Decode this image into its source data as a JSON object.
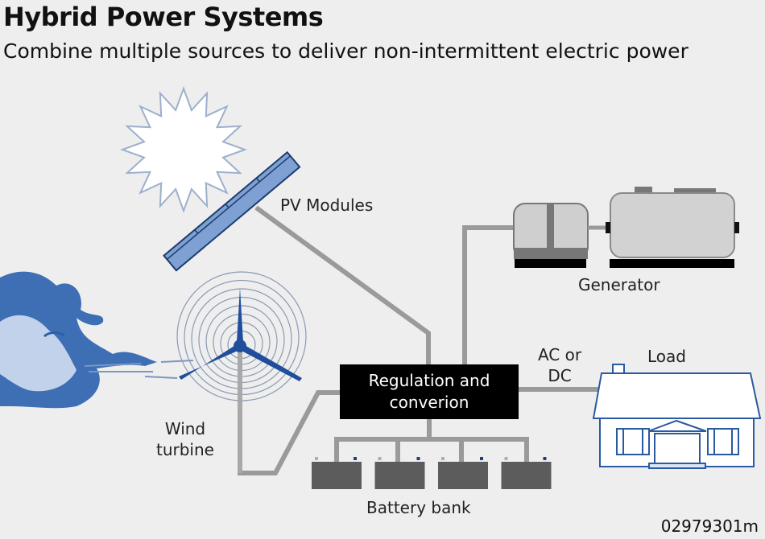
{
  "header": {
    "title": "Hybrid Power Systems",
    "subtitle": "Combine multiple sources to deliver non-intermittent electric power"
  },
  "components": {
    "pv": {
      "label": "PV Modules",
      "icon": "solar-panel-icon"
    },
    "sun": {
      "icon": "sun-icon"
    },
    "wind": {
      "label_line1": "Wind",
      "label_line2": "turbine",
      "icon": "wind-turbine-icon"
    },
    "wind_source": {
      "icon": "wind-face-icon"
    },
    "generator": {
      "label": "Generator",
      "icon": "generator-icon"
    },
    "regulation": {
      "label_line1": "Regulation and",
      "label_line2": "converion"
    },
    "battery": {
      "label": "Battery bank",
      "count": 4,
      "icon": "battery-icon"
    },
    "load": {
      "label": "Load",
      "icon": "house-icon"
    },
    "output_type": {
      "label_line1": "AC or",
      "label_line2": "DC"
    }
  },
  "footer": {
    "code": "02979301m"
  },
  "colors": {
    "background": "#eeeeee",
    "wire": "#9a9a9a",
    "blue": "#2f5fa8",
    "light_blue": "#b9cbe6",
    "box": "#000000",
    "battery": "#5c5c5c"
  }
}
